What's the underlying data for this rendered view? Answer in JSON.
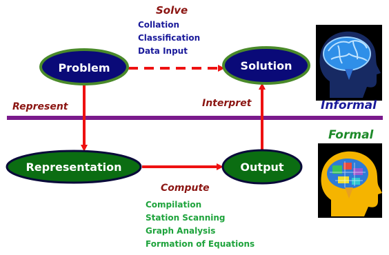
{
  "nodes": {
    "problem": "Problem",
    "solution": "Solution",
    "representation": "Representation",
    "output": "Output"
  },
  "labels": {
    "solve": "Solve",
    "represent": "Represent",
    "interpret": "Interpret",
    "compute": "Compute",
    "informal": "Informal",
    "formal": "Formal"
  },
  "solve_items": [
    "Collation",
    "Classification",
    "Data Input"
  ],
  "compute_items": [
    "Compilation",
    "Station Scanning",
    "Graph Analysis",
    "Formation of Equations"
  ],
  "colors": {
    "node_dark_blue": "#0a0a78",
    "node_green": "#0b6d12",
    "arrow_red": "#ee1111",
    "divider_purple": "#7a1a8c",
    "label_maroon": "#8b1512",
    "list_blue": "#1a1a9a",
    "list_green": "#1ea33c"
  },
  "icons": [
    "brain-blue-icon",
    "brain-circuit-icon"
  ]
}
